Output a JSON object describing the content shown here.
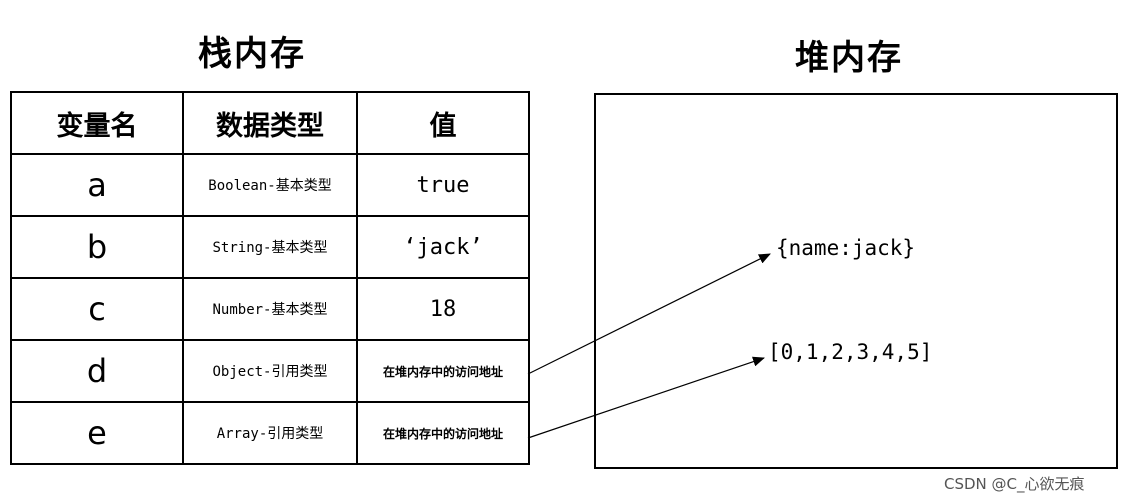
{
  "stack_title": "栈内存",
  "heap_title": "堆内存",
  "table": {
    "headers": [
      "变量名",
      "数据类型",
      "值"
    ],
    "rows": [
      {
        "name": "a",
        "type": "Boolean-基本类型",
        "value": "true"
      },
      {
        "name": "b",
        "type": "String-基本类型",
        "value": "‘jack’"
      },
      {
        "name": "c",
        "type": "Number-基本类型",
        "value": "18"
      },
      {
        "name": "d",
        "type": "Object-引用类型",
        "value": "在堆内存中的访问地址"
      },
      {
        "name": "e",
        "type": "Array-引用类型",
        "value": "在堆内存中的访问地址"
      }
    ]
  },
  "heap": {
    "object": "{name:jack}",
    "array": "[0,1,2,3,4,5]"
  },
  "watermark": "CSDN @C_心欲无痕"
}
